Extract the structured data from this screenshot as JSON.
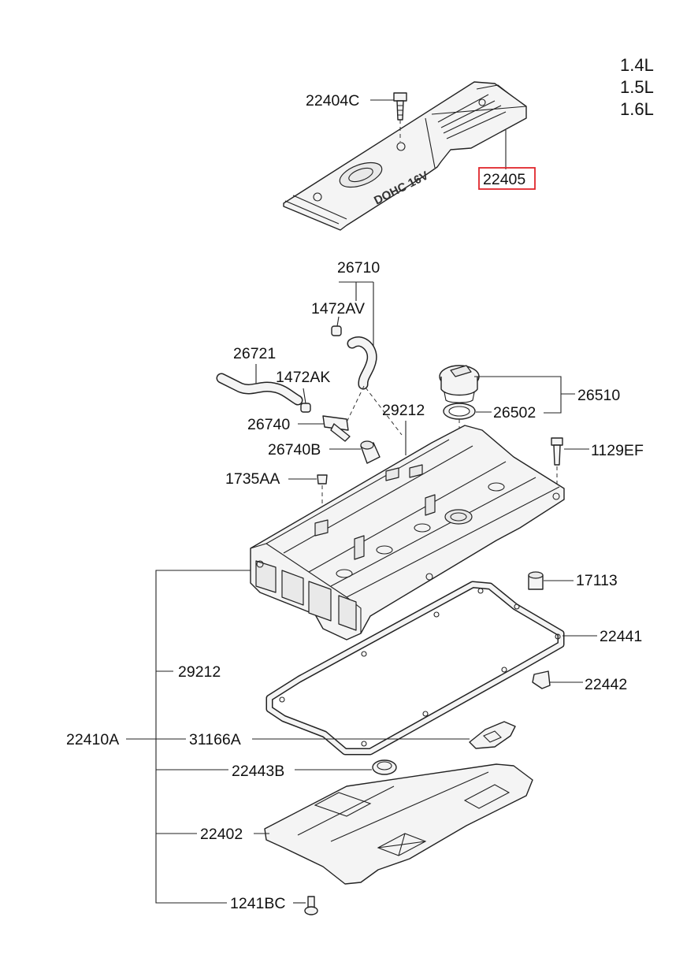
{
  "engine_variants": [
    "1.4L",
    "1.5L",
    "1.6L"
  ],
  "cover_marking": "DOHC 16V",
  "highlighted_part": "22405",
  "colors": {
    "highlight": "#e0262c",
    "line": "#222222",
    "part_fill": "#f4f4f4"
  },
  "callouts": {
    "c22404C": "22404C",
    "c22405": "22405",
    "c26710": "26710",
    "c1472AV": "1472AV",
    "c26721": "26721",
    "c1472AK": "1472AK",
    "c29212a": "29212",
    "c26740": "26740",
    "c26740B": "26740B",
    "c1735AA": "1735AA",
    "c26510": "26510",
    "c26502": "26502",
    "c1129EF": "1129EF",
    "c17113": "17113",
    "c22441": "22441",
    "c22442": "22442",
    "c29212b": "29212",
    "c22410A": "22410A",
    "c31166A": "31166A",
    "c22443B": "22443B",
    "c22402": "22402",
    "c1241BC": "1241BC"
  }
}
